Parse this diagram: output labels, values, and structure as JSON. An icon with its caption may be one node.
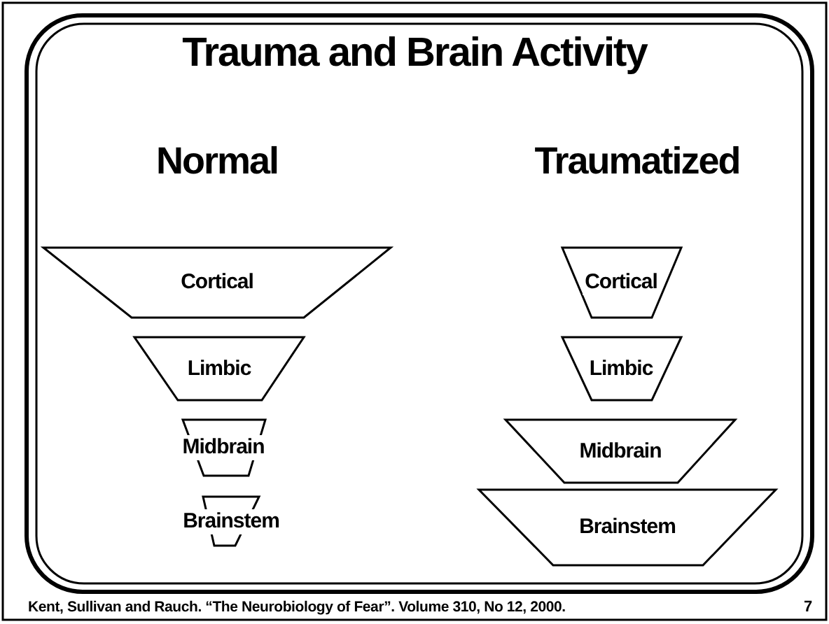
{
  "diagram": {
    "title": "Trauma and Brain Activity",
    "nodes": [
      {
        "text": [
          "Cortical"
        ]
      },
      {
        "text": [
          "Limbic"
        ]
      },
      {
        "text": [
          "Midbrain"
        ]
      },
      {
        "text": [
          "Brainstem"
        ]
      },
      {
        "text": [
          "Cortical"
        ]
      },
      {
        "text": [
          "Limbic"
        ]
      },
      {
        "text": [
          "Midbrain"
        ]
      },
      {
        "text": [
          "Brainstem"
        ]
      }
    ],
    "labels": [
      "Normal",
      "Traumatized",
      "Kent, Sullivan and Rauch. “The Neurobiology of Fear”. Volume 310, No 12, 2000.",
      "7"
    ]
  }
}
